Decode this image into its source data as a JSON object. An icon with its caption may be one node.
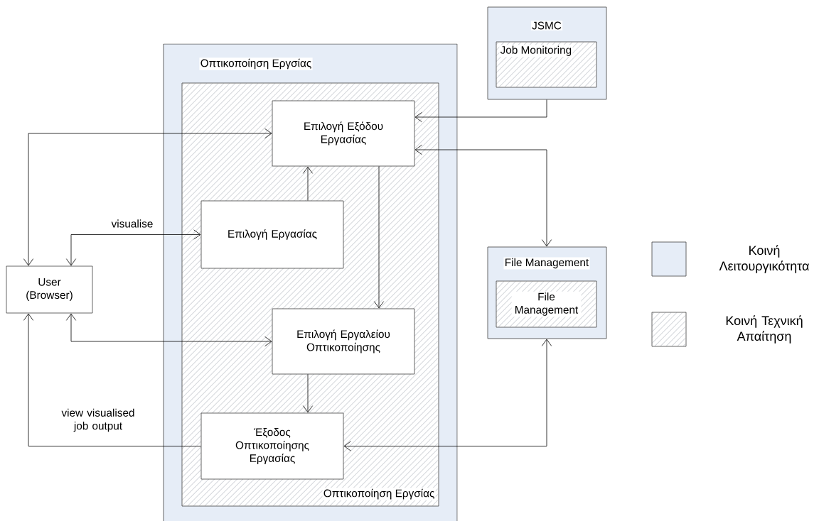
{
  "diagram": {
    "nodes": [
      {
        "text": [
          "Οπτικοποίηση Εργσίας"
        ]
      },
      {
        "text": [
          "Οπτικοποίηση Εργσίας"
        ],
        "in": 0
      },
      {
        "text": [
          "Επιλογή Εξόδου Εργασίας"
        ],
        "in": 1
      },
      {
        "text": [
          "Επιλογή Εργασίας"
        ],
        "in": 1
      },
      {
        "text": [
          "Επιλογή Εργαλείου Οπτικοποίησης"
        ],
        "in": 1
      },
      {
        "text": [
          "Έξοδος Οπτικοποίησης Εργασίας"
        ],
        "in": 1
      },
      {
        "text": [
          "User (Browser)"
        ]
      },
      {
        "text": [
          "JSMC"
        ]
      },
      {
        "text": [
          "Job Monitoring"
        ],
        "in": 7
      },
      {
        "text": [
          "File Management"
        ]
      },
      {
        "text": [
          "File Management"
        ],
        "in": 9
      }
    ],
    "edges": [
      {
        "from": 6,
        "to": 2,
        "arrow": "both"
      },
      {
        "from": 6,
        "to": 3,
        "arrow": "both",
        "label": "visualise"
      },
      {
        "from": 6,
        "to": 4,
        "arrow": "both"
      },
      {
        "from": 5,
        "to": 6,
        "arrow": "to",
        "label": "view visualised job output"
      },
      {
        "from": 3,
        "to": 2,
        "arrow": "to"
      },
      {
        "from": 2,
        "to": 4,
        "arrow": "to"
      },
      {
        "from": 4,
        "to": 5,
        "arrow": "to"
      },
      {
        "from": 7,
        "to": 2,
        "arrow": "to"
      },
      {
        "from": 2,
        "to": 9,
        "arrow": "both"
      },
      {
        "from": 9,
        "to": 5,
        "arrow": "both"
      }
    ],
    "legend": [
      {
        "text": "Κοινή Λειτουργικότητα",
        "color": "#e6edf7"
      },
      {
        "text": "Κοινή Τεχνική Απαίτηση"
      }
    ]
  }
}
